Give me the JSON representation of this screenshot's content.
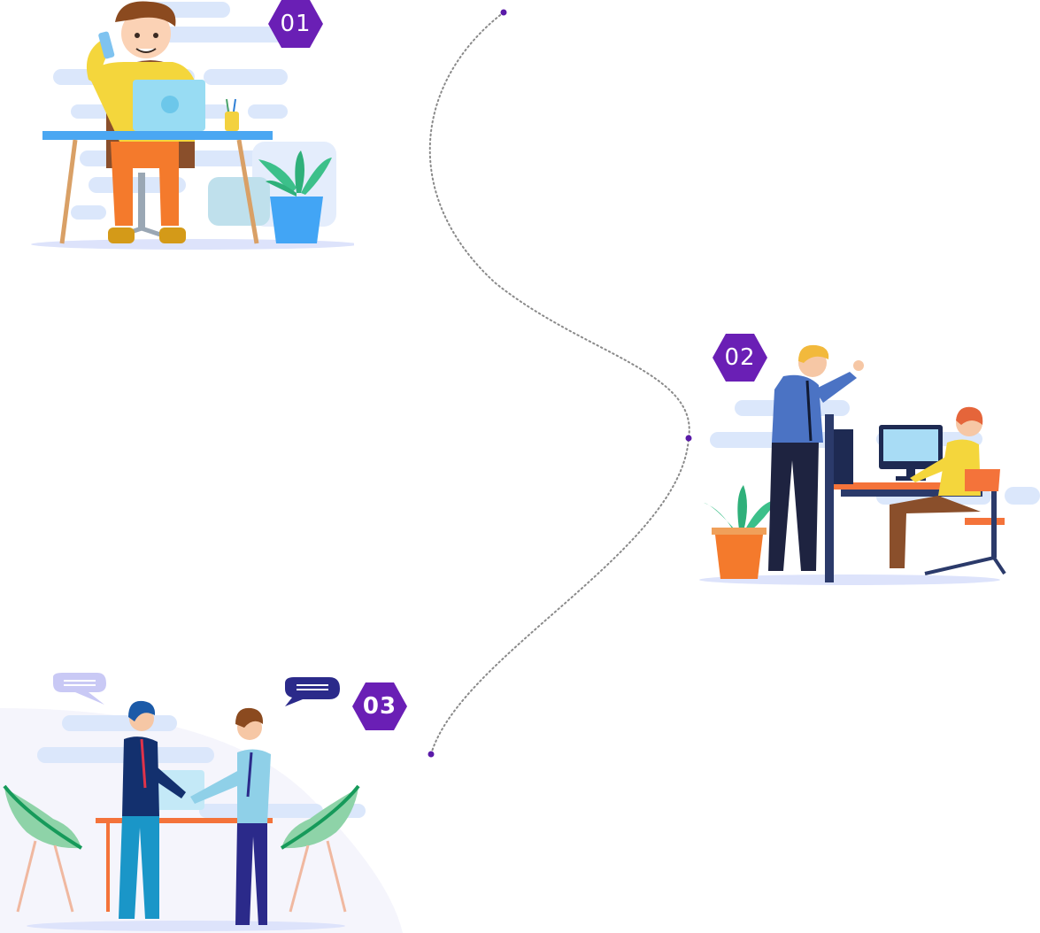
{
  "steps": [
    {
      "number": "01",
      "illustration": "person-at-desk-on-phone"
    },
    {
      "number": "02",
      "illustration": "colleagues-at-computer"
    },
    {
      "number": "03",
      "illustration": "handshake-meeting"
    }
  ],
  "colors": {
    "badge": "#6a1fb5",
    "path": "#8a8a8a",
    "path_dot": "#5a1aa8",
    "cloud": "#dbe7fb",
    "floor": "#dde3fb"
  }
}
